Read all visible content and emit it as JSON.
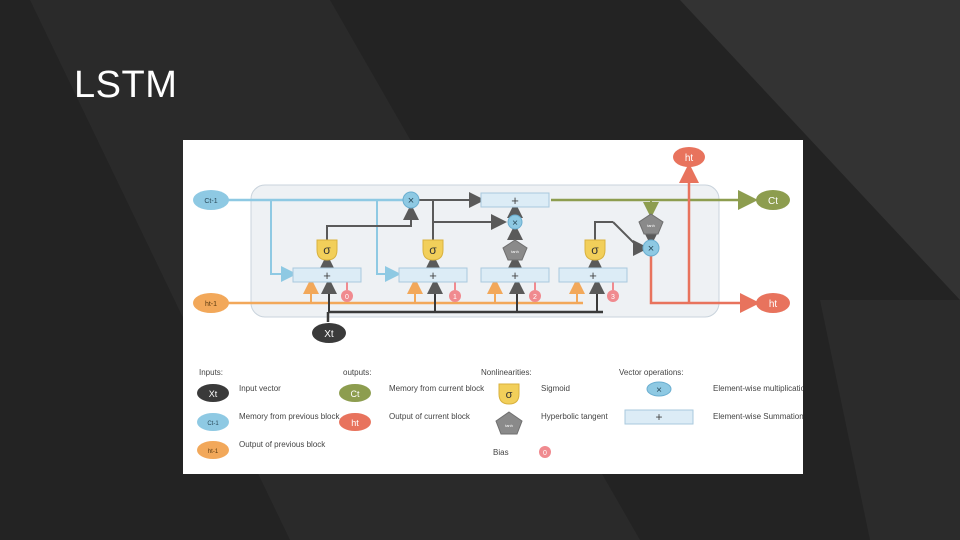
{
  "slide": {
    "title": "LSTM"
  },
  "diagram": {
    "nodes": {
      "c_prev": "Ct-1",
      "h_prev": "ht-1",
      "x_t": "Xt",
      "h_out_top": "ht",
      "c_out": "Ct",
      "h_out_right": "ht",
      "tanh_mem": "tanh",
      "tanh_gate": "tanh",
      "sigma": "σ",
      "plus": "+",
      "times": "×"
    },
    "biases": [
      "0",
      "1",
      "2",
      "3"
    ],
    "legend": {
      "inputs": {
        "title": "Inputs:",
        "items": [
          {
            "symbol": "Xt",
            "label": "Input vector"
          },
          {
            "symbol": "Ct-1",
            "label": "Memory from previous block"
          },
          {
            "symbol": "ht-1",
            "label": "Output of previous block"
          }
        ]
      },
      "outputs": {
        "title": "outputs:",
        "items": [
          {
            "symbol": "Ct",
            "label": "Memory from current block"
          },
          {
            "symbol": "ht",
            "label": "Output of current block"
          }
        ]
      },
      "nonlinearities": {
        "title": "Nonlinearities:",
        "items": [
          {
            "symbol": "σ",
            "label": "Sigmoid"
          },
          {
            "symbol": "tanh",
            "label": "Hyperbolic tangent"
          },
          {
            "symbol": "0",
            "label": "Bias"
          }
        ]
      },
      "vector_ops": {
        "title": "Vector operations:",
        "items": [
          {
            "symbol": "×",
            "label": "Element-wise multiplication"
          },
          {
            "symbol": "+",
            "label": "Element-wise Summation / Concatenation"
          }
        ]
      }
    },
    "colors": {
      "memory": "#8ec9e3",
      "memory_out": "#8d9d4f",
      "hidden_in": "#f2a85a",
      "hidden_out": "#e8735d",
      "input": "#3a3a3a",
      "bias": "#f08a8f",
      "sigmoid": "#f2cf5a",
      "tanh": "#8a8a8a",
      "op_box": "#dcecf6",
      "mult": "#8ec9e3"
    }
  }
}
